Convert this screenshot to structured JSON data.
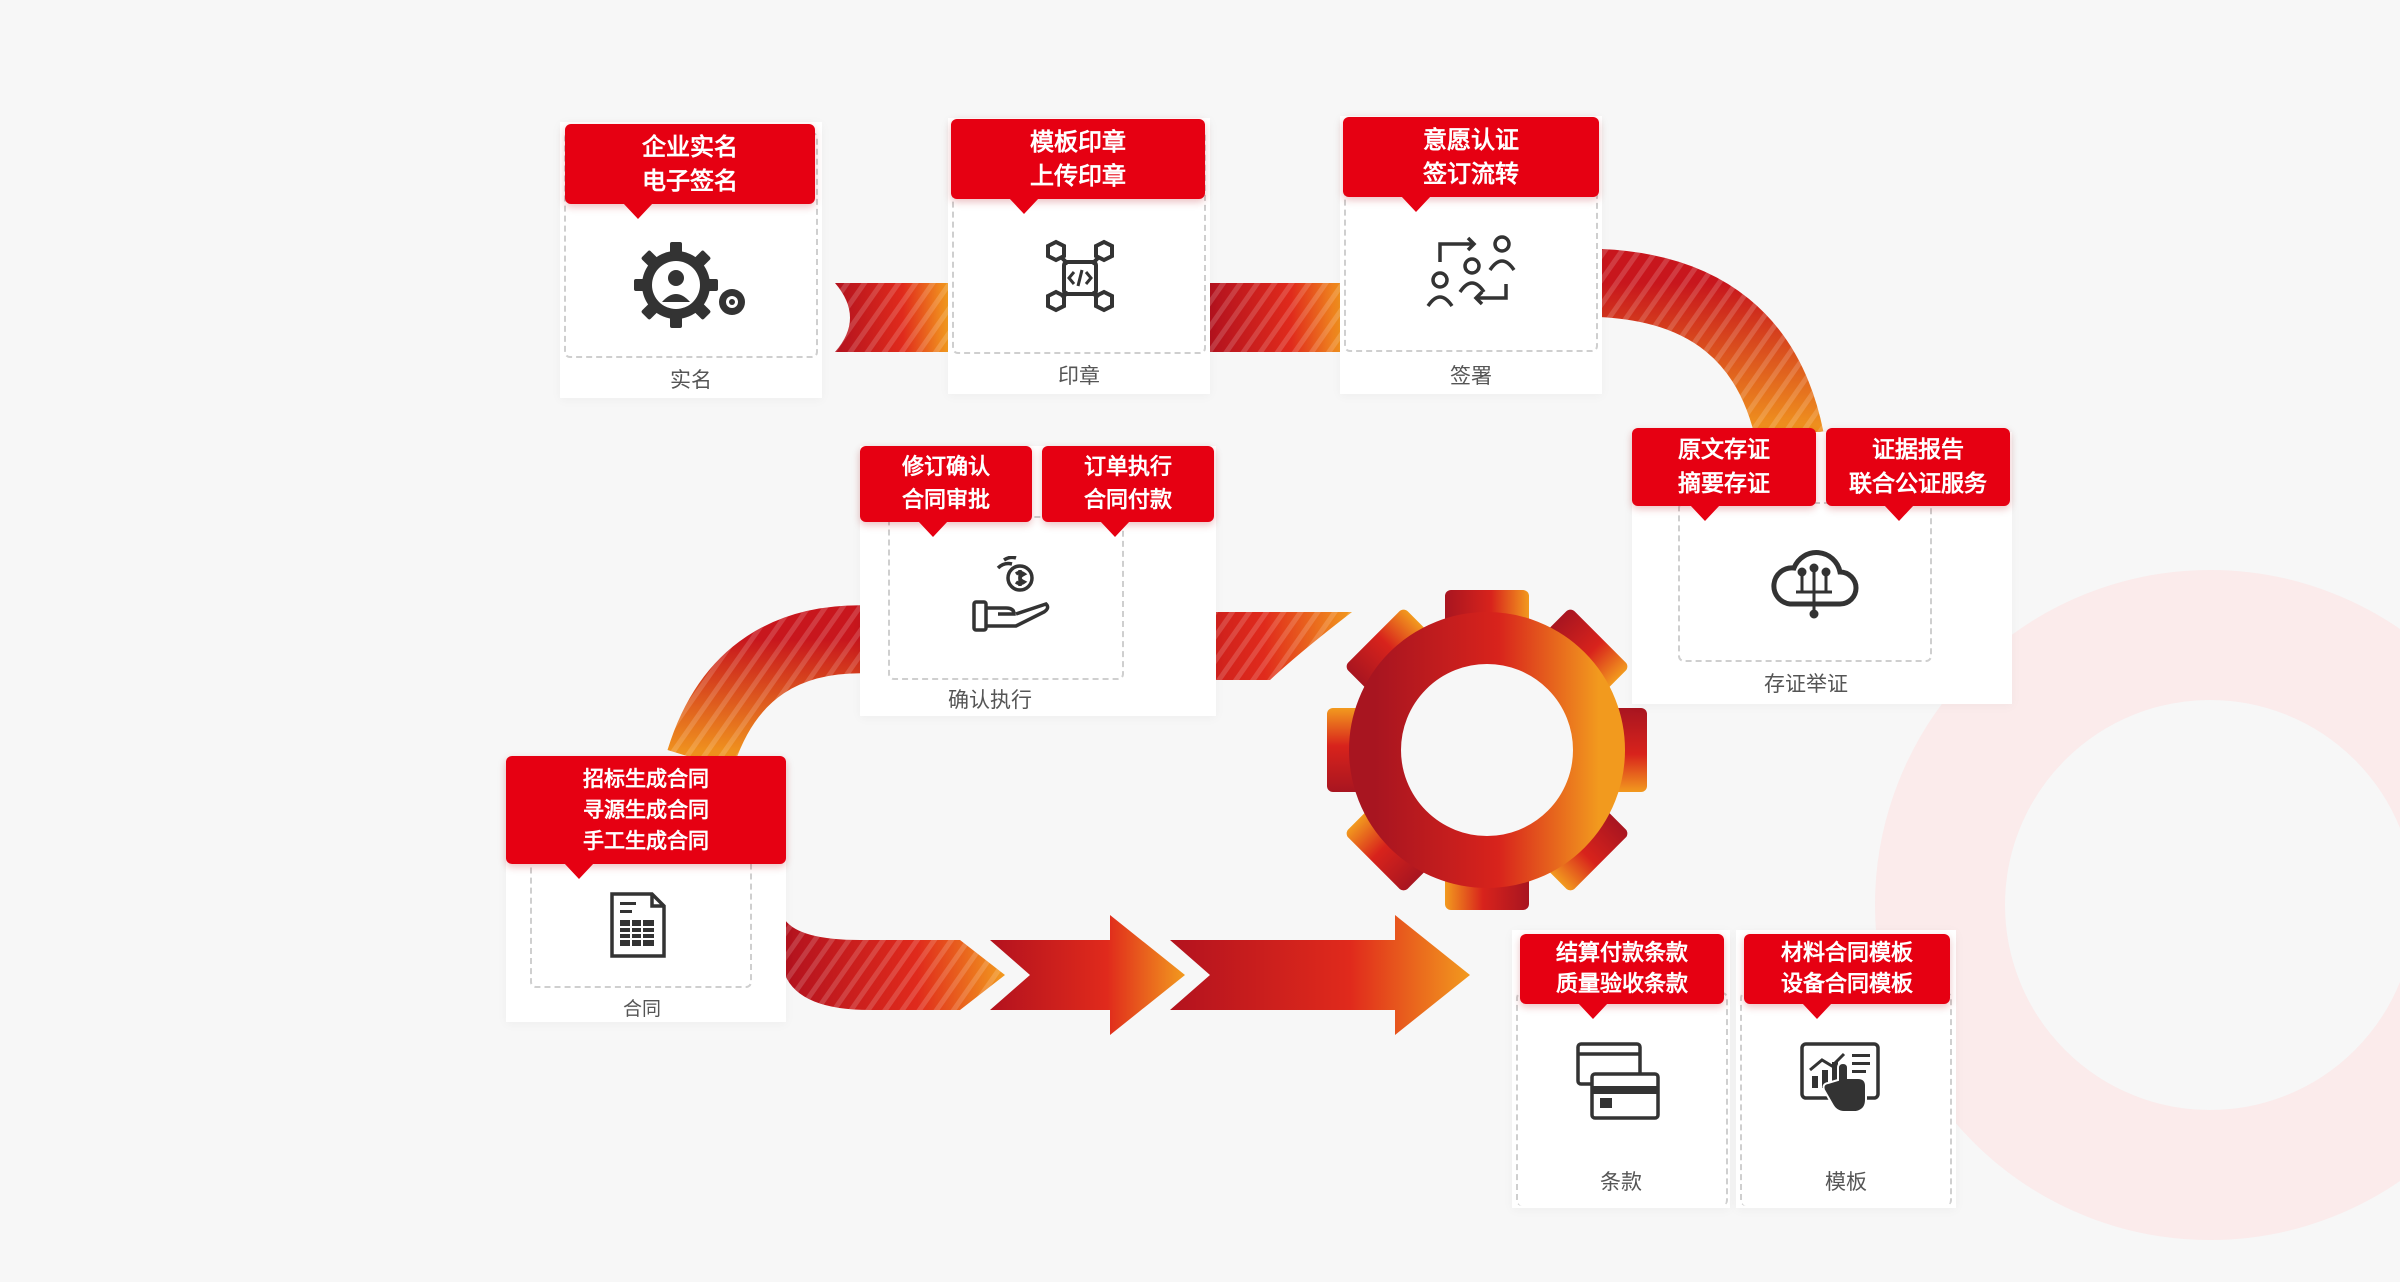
{
  "colors": {
    "accent": "#e60012",
    "gradient_dark": "#b3121e",
    "gradient_light": "#f29a1e"
  },
  "steps": {
    "shiming": {
      "tags": [
        "企业实名",
        "电子签名"
      ],
      "caption": "实名",
      "icon": "user-gear-icon"
    },
    "yinzhang": {
      "tags": [
        "模板印章",
        "上传印章"
      ],
      "caption": "印章",
      "icon": "blockchain-code-icon"
    },
    "qianshu": {
      "tags": [
        "意愿认证",
        "签订流转"
      ],
      "caption": "签署",
      "icon": "users-exchange-icon"
    },
    "cunzheng": {
      "tag_a": [
        "原文存证",
        "摘要存证"
      ],
      "tag_b": [
        "证据报告",
        "联合公证服务"
      ],
      "caption": "存证举证",
      "icon": "cloud-network-icon"
    },
    "queren": {
      "tag_a": [
        "修订确认",
        "合同审批"
      ],
      "tag_b": [
        "订单执行",
        "合同付款"
      ],
      "caption": "确认执行",
      "icon": "hand-coin-icon"
    },
    "hetong": {
      "tags": [
        "招标生成合同",
        "寻源生成合同",
        "手工生成合同"
      ],
      "caption": "合同",
      "icon": "document-icon"
    },
    "tiaokuan": {
      "tags": [
        "结算付款条款",
        "质量验收条款"
      ],
      "caption": "条款",
      "icon": "card-icon"
    },
    "moban": {
      "tags": [
        "材料合同模板",
        "设备合同模板"
      ],
      "caption": "模板",
      "icon": "tablet-chart-icon"
    }
  }
}
